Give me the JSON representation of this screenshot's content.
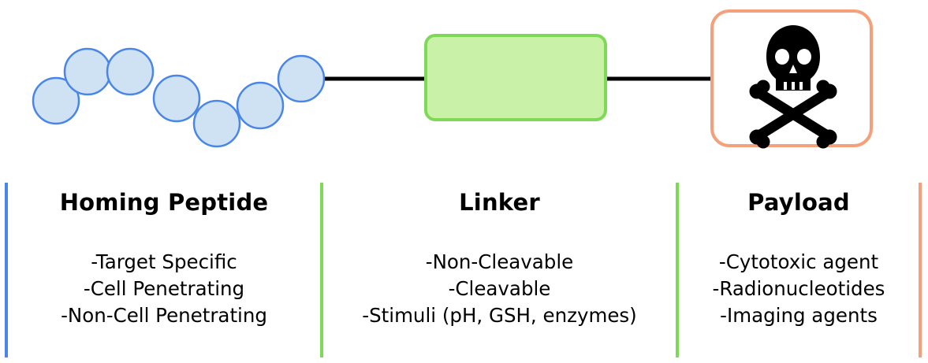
{
  "colors": {
    "peptide": "#4a86e8",
    "peptide_fill": "#cfe2f3",
    "linker": "#7ed957",
    "linker_fill": "#c9f2a8",
    "payload": "#f4a07a",
    "line": "#000000"
  },
  "icons": {
    "payload_icon": "skull-and-crossbones-icon"
  },
  "columns": [
    {
      "title": "Homing Peptide",
      "items": [
        "-Target Specific",
        "-Cell Penetrating",
        "-Non-Cell Penetrating"
      ]
    },
    {
      "title": "Linker",
      "items": [
        "-Non-Cleavable",
        "-Cleavable",
        "-Stimuli (pH, GSH, enzymes)"
      ]
    },
    {
      "title": "Payload",
      "items": [
        "-Cytotoxic agent",
        "-Radionucleotides",
        "-Imaging agents"
      ]
    }
  ]
}
